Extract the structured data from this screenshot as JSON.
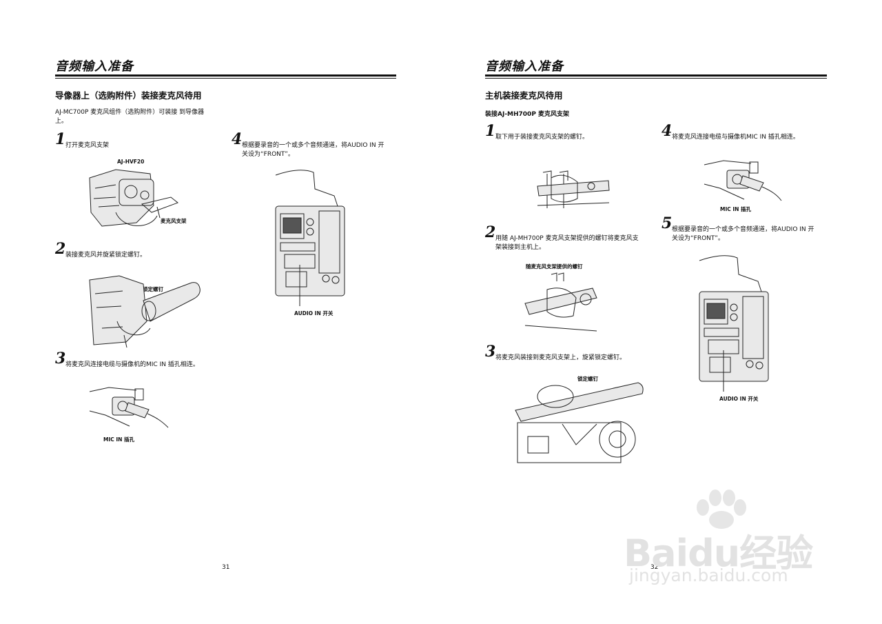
{
  "left_page": {
    "section_title": "音频输入准备",
    "subheading": "导像器上（选购附件）装接麦克风待用",
    "intro": [
      "AJ-MC700P 麦克风组件（选购附件）可装接 到导像器",
      "上。"
    ],
    "steps": [
      {
        "num": "1",
        "lines": [
          "打开麦克风支架"
        ]
      },
      {
        "num": "2",
        "lines": [
          "装接麦克风并旋紧锁定螺钉。"
        ]
      },
      {
        "num": "3",
        "lines": [
          "将麦克风连接电缆与摄像机的MIC IN 插孔相连。"
        ]
      },
      {
        "num": "4",
        "lines": [
          "根据要录音的一个或多个音频通道，将AUDIO IN 开",
          "关设为“FRONT”。"
        ]
      }
    ],
    "labels": {
      "ajhvf20": "AJ-HVF20",
      "mic_holder": "麦克风支架",
      "lock_screw": "锁定螺钉",
      "mic_in": "MIC IN 插孔",
      "audio_in": "AUDIO IN 开关"
    },
    "page_number": "31"
  },
  "right_page": {
    "section_title": "音频输入准备",
    "subheading": "主机装接麦克风待用",
    "subsubheading": "装接AJ-MH700P 麦克风支架",
    "steps": [
      {
        "num": "1",
        "lines": [
          "取下用于装接麦克风支架的螺钉。"
        ]
      },
      {
        "num": "2",
        "lines": [
          "用随 AJ-MH700P 麦克风支架提供的螺钉将麦克风支",
          "架装接到主机上。"
        ]
      },
      {
        "num": "3",
        "lines": [
          "将麦克风装接到麦克风支架上，旋紧锁定螺钉。"
        ]
      },
      {
        "num": "4",
        "lines": [
          "将麦克风连接电缆与摄像机MIC IN 插孔相连。"
        ]
      },
      {
        "num": "5",
        "lines": [
          "根据要录音的一个或多个音频通道，将AUDIO IN 开",
          "关设为“FRONT”。"
        ]
      }
    ],
    "labels": {
      "supplied_screws": "随麦克风支架提供的螺钉",
      "lock_screw": "锁定螺钉",
      "mic_in": "MIC IN 插孔",
      "audio_in": "AUDIO IN 开关"
    },
    "page_number": "32"
  },
  "watermark": {
    "main": "Baidu经验",
    "sub": "jingyan.baidu.com"
  }
}
